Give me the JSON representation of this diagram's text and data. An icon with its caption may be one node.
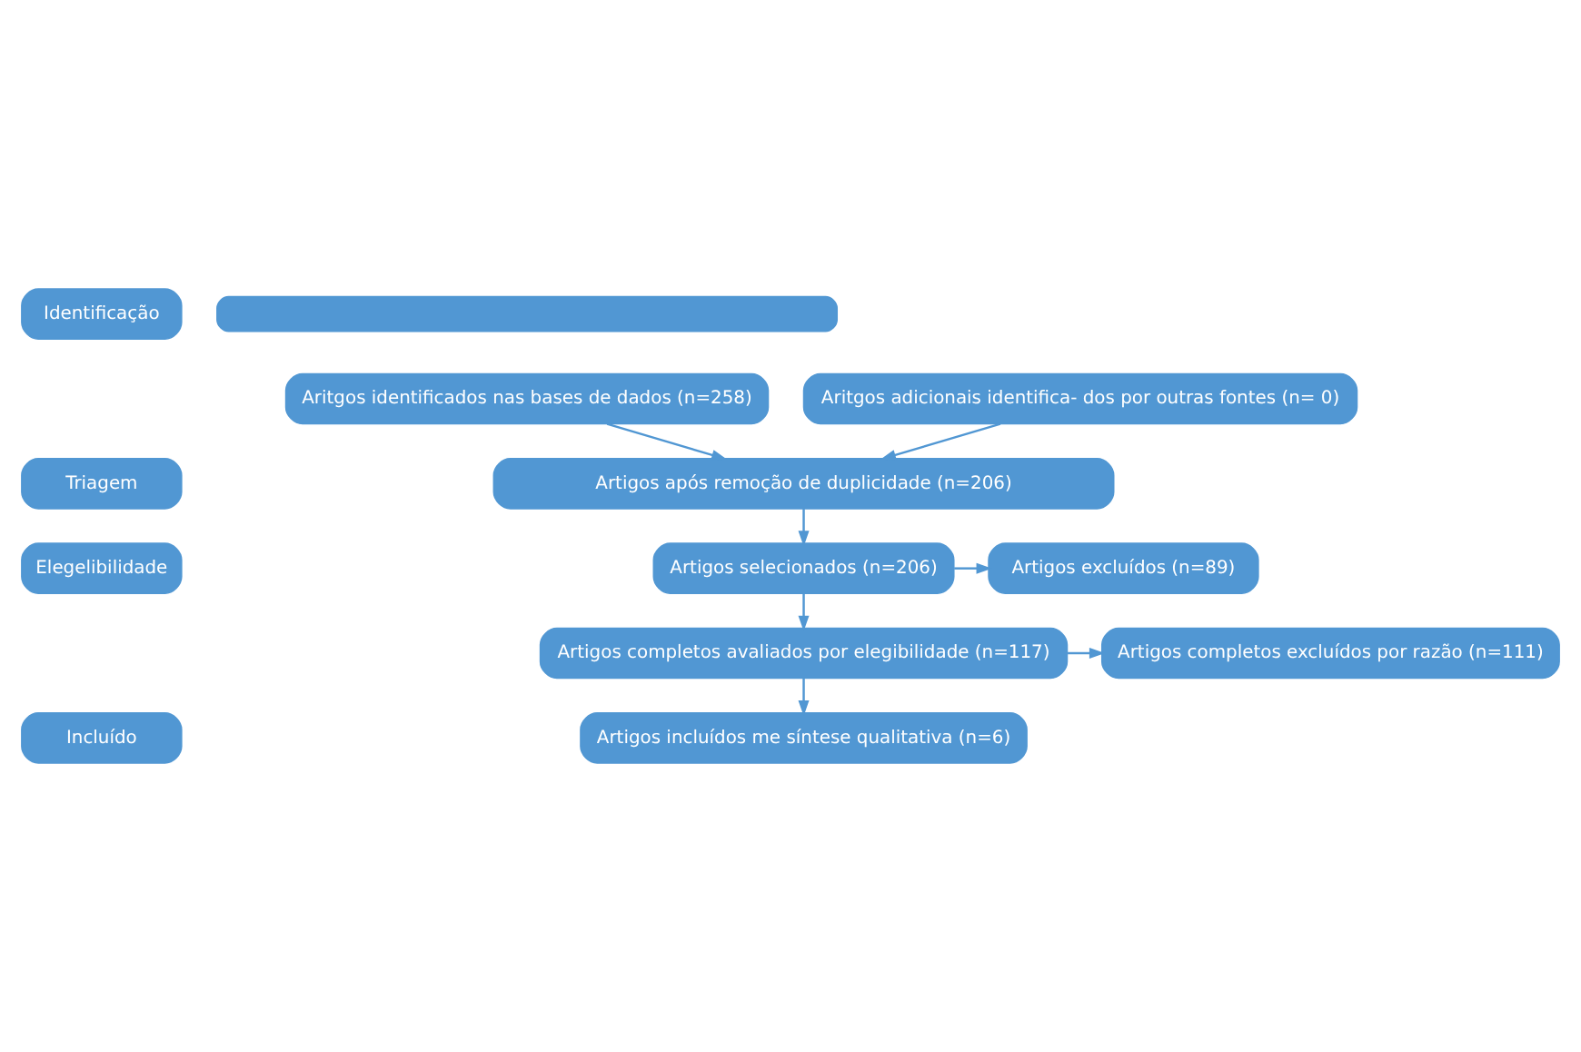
{
  "diagram": {
    "nodes": [
      {
        "text": [
          "Identificação"
        ]
      },
      {
        "text": [],
        "shape": "box"
      },
      {
        "text": [
          "Aritgos identificados nas bases de dados (n=258)"
        ]
      },
      {
        "text": [
          "Aritgos adicionais identifica- dos por outras fontes (n= 0)"
        ]
      },
      {
        "text": [
          "Triagem"
        ]
      },
      {
        "text": [
          "Artigos após remoção de duplicidade (n=206)"
        ]
      },
      {
        "text": [
          "Elegelibilidade"
        ]
      },
      {
        "text": [
          "Artigos selecionados (n=206)"
        ]
      },
      {
        "text": [
          "Artigos excluídos (n=89)"
        ]
      },
      {
        "text": [
          "Artigos completos avaliados por elegibilidade (n=117)"
        ]
      },
      {
        "text": [
          "Artigos completos excluídos por razão (n=111)"
        ]
      },
      {
        "text": [
          "Incluído"
        ]
      },
      {
        "text": [
          "Artigos incluídos me síntese qualitativa (n=6)"
        ]
      }
    ],
    "edges": [
      {
        "from": 2,
        "to": 5,
        "arrow": "to"
      },
      {
        "from": 3,
        "to": 5,
        "arrow": "to"
      },
      {
        "from": 5,
        "to": 7,
        "arrow": "to"
      },
      {
        "from": 7,
        "to": 8,
        "arrow": "to"
      },
      {
        "from": 7,
        "to": 9,
        "arrow": "to"
      },
      {
        "from": 9,
        "to": 10,
        "arrow": "to"
      },
      {
        "from": 9,
        "to": 12,
        "arrow": "to"
      }
    ]
  }
}
